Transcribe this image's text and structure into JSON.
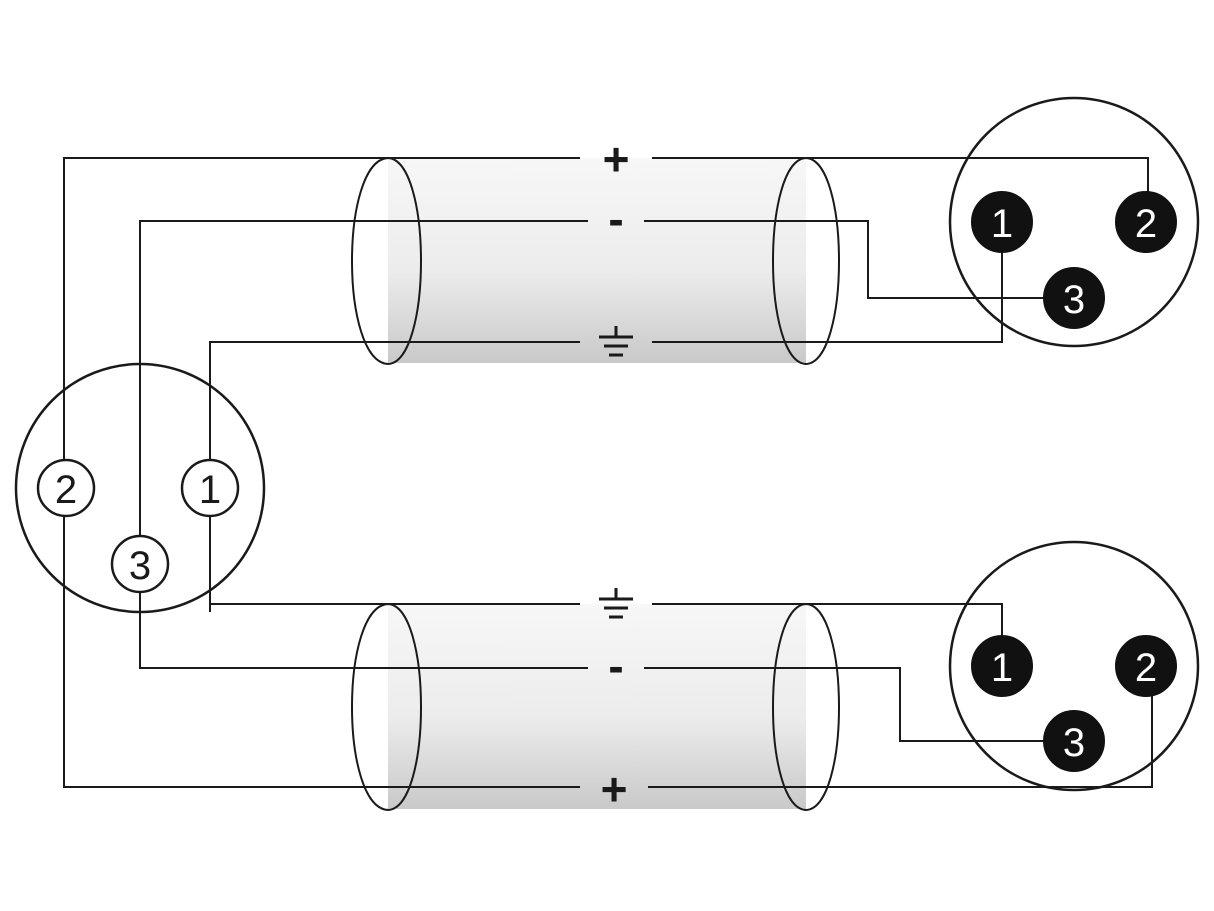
{
  "signals": {
    "plus": "+",
    "minus": "-"
  },
  "female_connector": {
    "pins": [
      {
        "id": "pin-2",
        "label": "2"
      },
      {
        "id": "pin-3",
        "label": "3"
      },
      {
        "id": "pin-1",
        "label": "1"
      }
    ]
  },
  "male_connector_top": {
    "pins": [
      {
        "id": "pin-1",
        "label": "1"
      },
      {
        "id": "pin-2",
        "label": "2"
      },
      {
        "id": "pin-3",
        "label": "3"
      }
    ]
  },
  "male_connector_bottom": {
    "pins": [
      {
        "id": "pin-1",
        "label": "1"
      },
      {
        "id": "pin-2",
        "label": "2"
      },
      {
        "id": "pin-3",
        "label": "3"
      }
    ]
  },
  "colors": {
    "line": "#1a1a1a",
    "pin_fill": "#111111",
    "cable_light": "#f4f4f4",
    "cable_dark": "#c8c8c8"
  },
  "icons": {
    "ground": "ground-symbol-icon"
  }
}
